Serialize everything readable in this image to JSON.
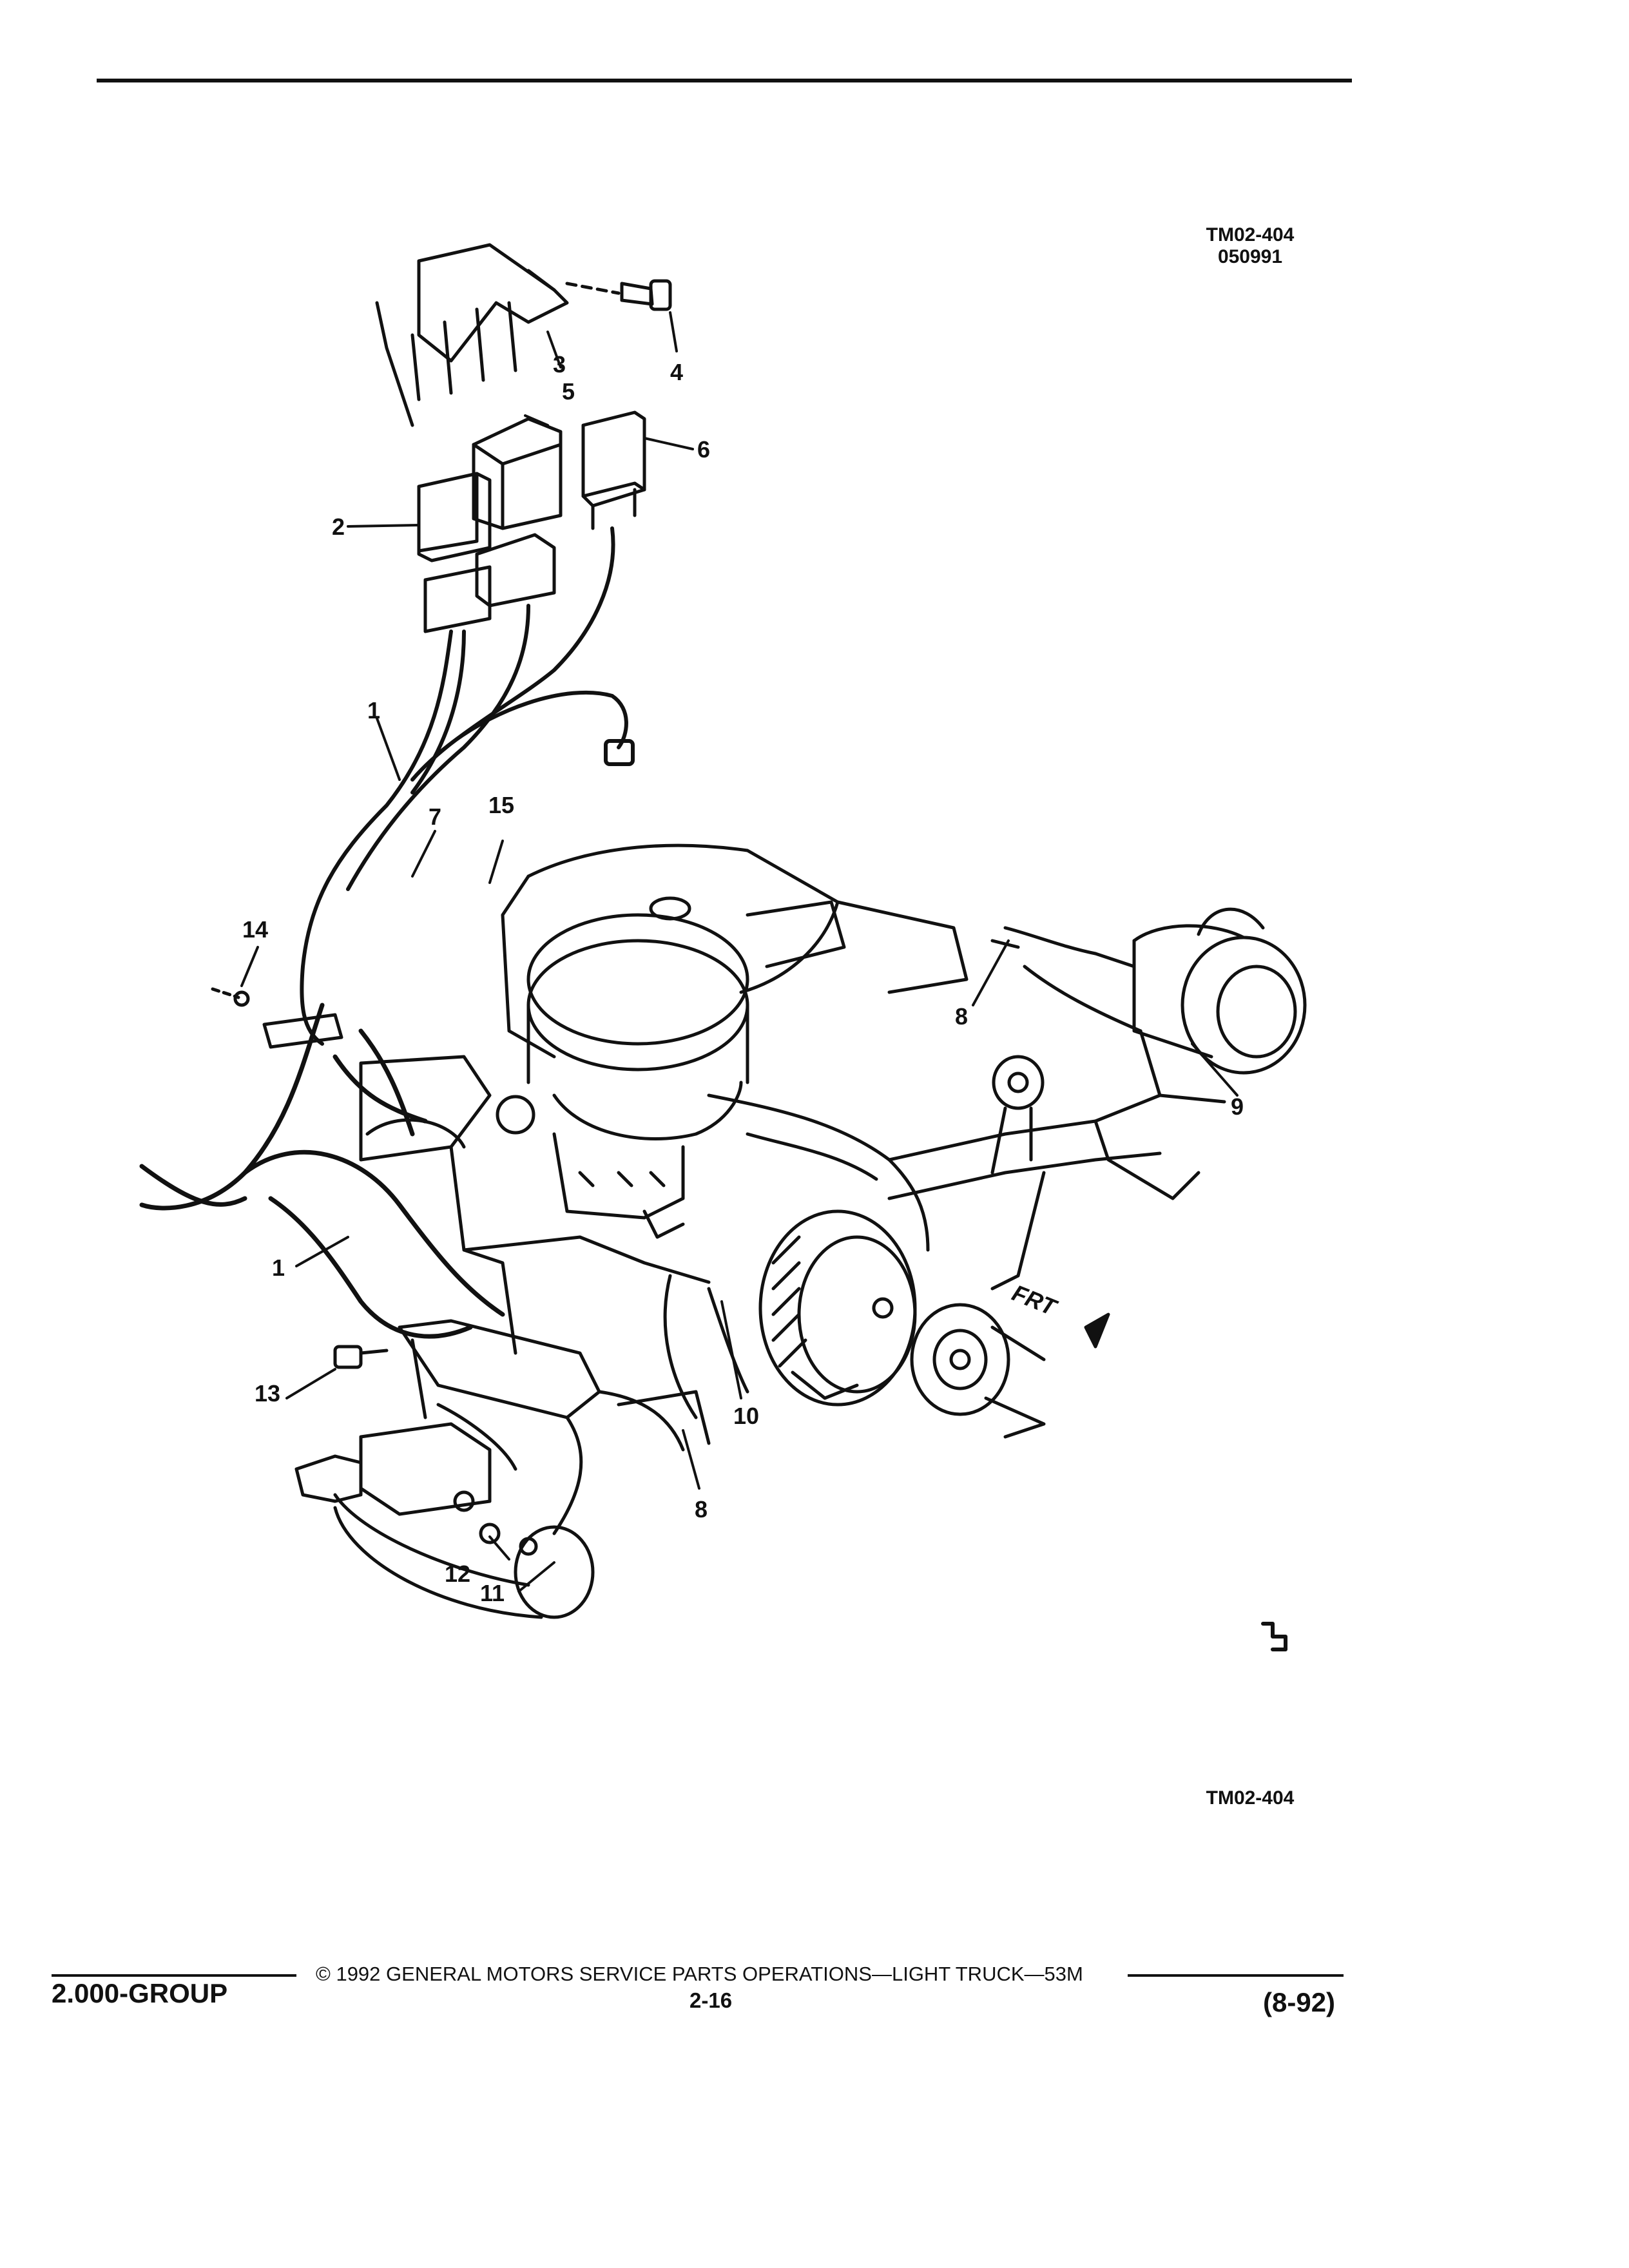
{
  "header": {
    "figure_id": "TM02-404",
    "figure_date": "050991"
  },
  "diagram": {
    "callouts": [
      "1",
      "1",
      "2",
      "3",
      "4",
      "5",
      "6",
      "7",
      "8",
      "8",
      "9",
      "10",
      "11",
      "12",
      "13",
      "14",
      "15"
    ],
    "direction_label": "FRT"
  },
  "footer_figure_id": "TM02-404",
  "footer": {
    "group": "2.000-GROUP",
    "copyright": "© 1992 GENERAL MOTORS SERVICE PARTS OPERATIONS—LIGHT TRUCK—53M",
    "page": "2-16",
    "date_code": "(8-92)"
  },
  "colors": {
    "ink": "#111111",
    "paper": "#ffffff"
  }
}
